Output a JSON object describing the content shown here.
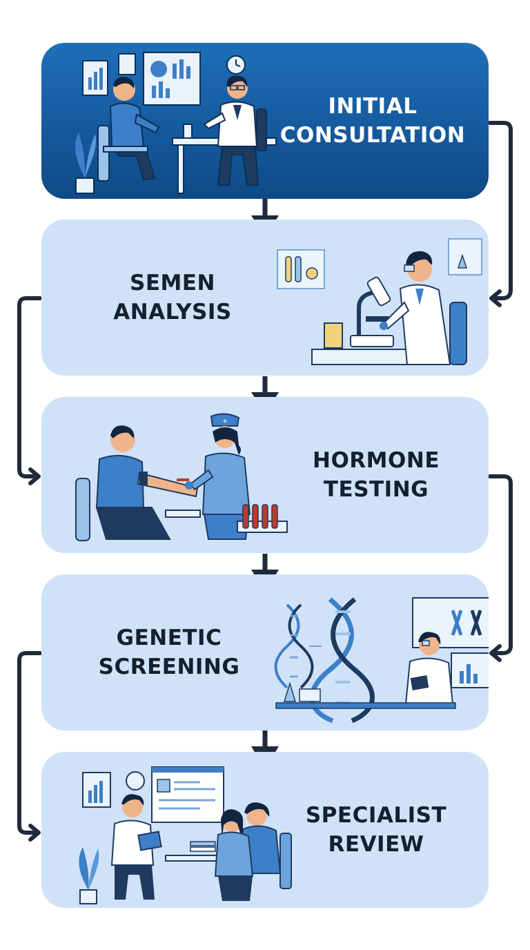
{
  "steps": [
    {
      "line1": "INITIAL",
      "line2": "CONSULTATION"
    },
    {
      "line1": "SEMEN",
      "line2": "ANALYSIS"
    },
    {
      "line1": "HORMONE",
      "line2": "TESTING"
    },
    {
      "line1": "GENETIC",
      "line2": "SCREENING"
    },
    {
      "line1": "SPECIALIST",
      "line2": "REVIEW"
    }
  ],
  "colors": {
    "first_card": "#1a64ab",
    "card": "#cfe2f8",
    "connector": "#1f2a3a",
    "text_dark": "#15202e",
    "text_light": "#ffffff",
    "accent_blue": "#3d7fc8"
  },
  "icons": [
    "consultation-illustration",
    "microscope-illustration",
    "blood-draw-illustration",
    "dna-illustration",
    "specialist-meeting-illustration"
  ]
}
